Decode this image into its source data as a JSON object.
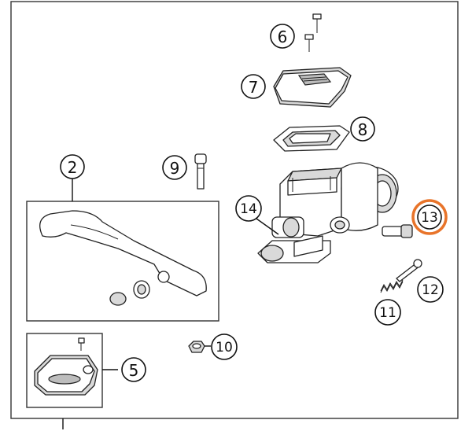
{
  "diagram": {
    "callouts": [
      {
        "id": "c6",
        "label": "6"
      },
      {
        "id": "c7",
        "label": "7"
      },
      {
        "id": "c8",
        "label": "8"
      },
      {
        "id": "c2",
        "label": "2"
      },
      {
        "id": "c9",
        "label": "9"
      },
      {
        "id": "c14",
        "label": "14"
      },
      {
        "id": "c13",
        "label": "13",
        "highlighted": true
      },
      {
        "id": "c12",
        "label": "12"
      },
      {
        "id": "c11",
        "label": "11"
      },
      {
        "id": "c10",
        "label": "10"
      },
      {
        "id": "c5",
        "label": "5"
      }
    ],
    "colors": {
      "highlight_ring": "#e8742a",
      "line": "#222222",
      "part_fill": "#ffffff",
      "part_shade": "#d9d9d9"
    }
  }
}
